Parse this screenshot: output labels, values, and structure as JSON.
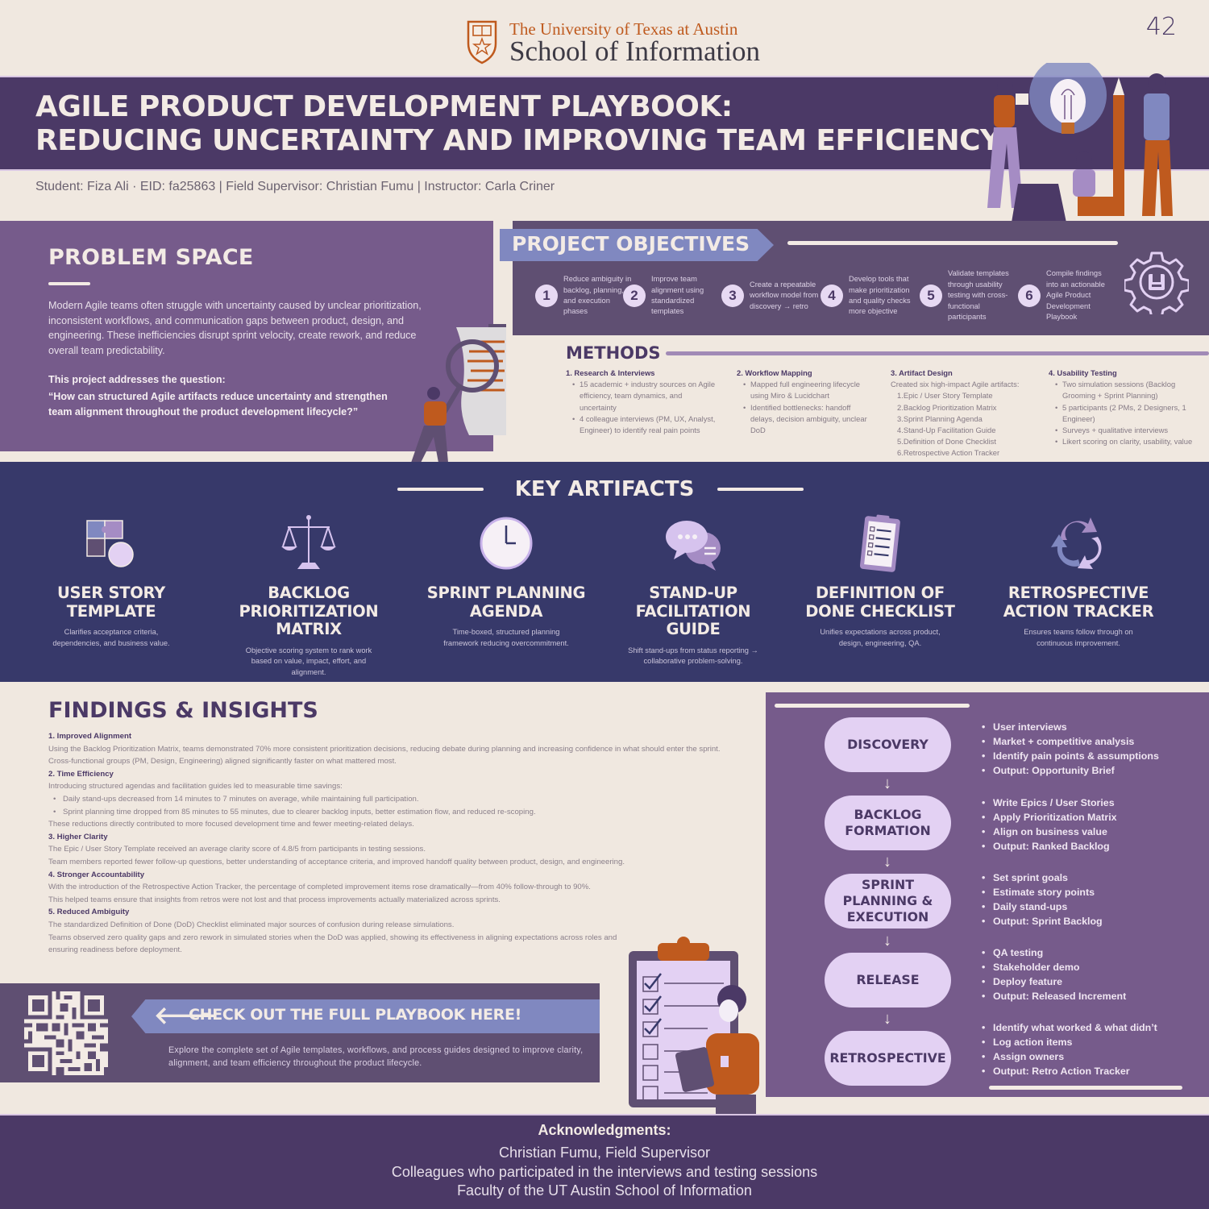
{
  "header": {
    "university": "The University of Texas at Austin",
    "school": "School of Information",
    "page_number": "42",
    "title_line1": "AGILE PRODUCT DEVELOPMENT PLAYBOOK:",
    "title_line2": "REDUCING UNCERTAINTY AND IMPROVING TEAM EFFICIENCY",
    "byline": "Student: Fiza Ali · EID: fa25863 | Field Supervisor: Christian Fumu | Instructor: Carla Criner"
  },
  "problem": {
    "heading": "PROBLEM SPACE",
    "body": "Modern Agile teams often struggle with uncertainty caused by unclear prioritization, inconsistent workflows, and communication gaps between product, design, and engineering. These inefficiencies disrupt sprint velocity, create rework, and reduce overall team predictability.",
    "question_label": "This project addresses the question:",
    "question": "“How can structured Agile artifacts reduce uncertainty and strengthen team alignment throughout the product development lifecycle?”"
  },
  "objectives": {
    "heading": "PROJECT OBJECTIVES",
    "items": [
      {
        "num": "1",
        "text": "Reduce ambiguity in backlog, planning, and execution phases"
      },
      {
        "num": "2",
        "text": "Improve team alignment using standardized templates"
      },
      {
        "num": "3",
        "text": "Create a repeatable workflow model from discovery → retro"
      },
      {
        "num": "4",
        "text": "Develop tools that make prioritization and quality checks more objective"
      },
      {
        "num": "5",
        "text": "Validate templates through usability testing with cross-functional participants"
      },
      {
        "num": "6",
        "text": "Compile findings into an actionable Agile Product Development Playbook"
      }
    ]
  },
  "methods": {
    "heading": "METHODS",
    "cols": [
      {
        "title": "1. Research & Interviews",
        "intro": "",
        "bullets": [
          "15 academic + industry sources on Agile efficiency, team dynamics, and uncertainty",
          "4 colleague interviews (PM, UX, Analyst, Engineer) to identify real pain points"
        ],
        "numbered": []
      },
      {
        "title": "2. Workflow Mapping",
        "intro": "",
        "bullets": [
          "Mapped full engineering lifecycle using Miro & Lucidchart",
          "Identified bottlenecks: handoff delays, decision ambiguity, unclear DoD"
        ],
        "numbered": []
      },
      {
        "title": "3. Artifact Design",
        "intro": "Created six high-impact Agile artifacts:",
        "bullets": [],
        "numbered": [
          "1.Epic / User Story Template",
          "2.Backlog Prioritization Matrix",
          "3.Sprint Planning Agenda",
          "4.Stand-Up Facilitation Guide",
          "5.Definition of Done Checklist",
          "6.Retrospective Action Tracker"
        ]
      },
      {
        "title": "4. Usability Testing",
        "intro": "",
        "bullets": [
          "Two simulation sessions (Backlog Grooming + Sprint Planning)",
          "5 participants (2 PMs, 2 Designers, 1 Engineer)",
          "Surveys + qualitative interviews",
          "Likert scoring on clarity, usability, value"
        ],
        "numbered": []
      }
    ]
  },
  "artifacts": {
    "heading": "KEY ARTIFACTS",
    "items": [
      {
        "icon": "puzzle-icon",
        "name": "USER STORY TEMPLATE",
        "desc": "Clarifies acceptance criteria, dependencies, and business value."
      },
      {
        "icon": "scales-icon",
        "name": "BACKLOG PRIORITIZATION MATRIX",
        "desc": "Objective scoring system to rank work based on value, impact, effort, and alignment."
      },
      {
        "icon": "clock-icon",
        "name": "SPRINT PLANNING AGENDA",
        "desc": "Time-boxed, structured planning framework reducing overcommitment."
      },
      {
        "icon": "chat-bubbles-icon",
        "name": "STAND-UP FACILITATION GUIDE",
        "desc": "Shift stand-ups from status reporting → collaborative problem-solving."
      },
      {
        "icon": "clipboard-checklist-icon",
        "name": "DEFINITION OF DONE CHECKLIST",
        "desc": "Unifies expectations across product, design, engineering, QA."
      },
      {
        "icon": "cycle-arrows-icon",
        "name": "RETROSPECTIVE ACTION TRACKER",
        "desc": "Ensures teams follow through on continuous improvement."
      }
    ]
  },
  "findings": {
    "heading": "FINDINGS & INSIGHTS",
    "sections": [
      {
        "title": "1. Improved Alignment",
        "lines": [
          "Using the Backlog Prioritization Matrix, teams demonstrated 70% more consistent prioritization decisions, reducing debate during planning and increasing confidence in what should enter the sprint. Cross-functional groups (PM, Design, Engineering) aligned significantly faster on what mattered most."
        ],
        "bullets": [],
        "after": ""
      },
      {
        "title": "2. Time Efficiency",
        "lines": [
          "Introducing structured agendas and facilitation guides led to measurable time savings:"
        ],
        "bullets": [
          "Daily stand-ups decreased from 14 minutes to 7 minutes on average, while maintaining full participation.",
          "Sprint planning time dropped from 85 minutes to 55 minutes, due to clearer backlog inputs, better estimation flow, and reduced re-scoping."
        ],
        "after": "These reductions directly contributed to more focused development time and fewer meeting-related delays."
      },
      {
        "title": "3. Higher Clarity",
        "lines": [
          "The Epic / User Story Template received an average clarity score of 4.8/5 from participants in testing sessions.",
          " Team members reported fewer follow-up questions, better understanding of acceptance criteria, and improved handoff quality between product, design, and engineering."
        ],
        "bullets": [],
        "after": ""
      },
      {
        "title": "4. Stronger Accountability",
        "lines": [
          "With the introduction of the Retrospective Action Tracker, the percentage of completed improvement items rose dramatically—from 40% follow-through to 90%.",
          "This helped teams ensure that insights from retros were not lost and that process improvements actually materialized across sprints."
        ],
        "bullets": [],
        "after": ""
      },
      {
        "title": "5. Reduced Ambiguity",
        "lines": [
          "The standardized Definition of Done (DoD) Checklist eliminated major sources of confusion during release simulations.",
          "Teams observed zero quality gaps and zero rework in simulated stories when the DoD was applied, showing its effectiveness in aligning expectations across roles and ensuring readiness before deployment."
        ],
        "bullets": [],
        "after": ""
      }
    ]
  },
  "cta": {
    "label": "CHECK OUT THE FULL PLAYBOOK HERE!",
    "arrow": "🡐",
    "desc": "Explore the complete set of Agile templates, workflows, and process guides designed to improve clarity, alignment, and team efficiency throughout the product lifecycle."
  },
  "workflow": {
    "arrow": "↓",
    "stages": [
      {
        "name": "DISCOVERY",
        "bullets": [
          "User interviews",
          "Market + competitive analysis",
          "Identify pain points & assumptions",
          "Output: Opportunity Brief"
        ]
      },
      {
        "name": "BACKLOG FORMATION",
        "bullets": [
          "Write Epics / User Stories",
          "Apply Prioritization Matrix",
          "Align on business value",
          "Output: Ranked Backlog"
        ]
      },
      {
        "name": "SPRINT PLANNING & EXECUTION",
        "bullets": [
          "Set sprint goals",
          "Estimate story points",
          "Daily stand-ups",
          "Output: Sprint Backlog"
        ]
      },
      {
        "name": "RELEASE",
        "bullets": [
          "QA testing",
          "Stakeholder demo",
          "Deploy feature",
          "Output: Released Increment"
        ]
      },
      {
        "name": "RETROSPECTIVE",
        "bullets": [
          "Identify what worked & what didn’t",
          "Log action items",
          "Assign owners",
          "Output: Retro Action Tracker"
        ]
      }
    ]
  },
  "acknowledgments": {
    "heading": "Acknowledgments:",
    "lines": [
      "Christian Fumu, Field Supervisor",
      "Colleagues who participated in the interviews and testing sessions",
      "Faculty of the UT Austin School of Information"
    ]
  },
  "colors": {
    "cream": "#f0e8e0",
    "deep_purple": "#4b3966",
    "mid_purple": "#765b8b",
    "slate_purple": "#5f4f72",
    "navy": "#37396a",
    "periwinkle": "#8088c0",
    "lavender": "#e3d1f3",
    "orange": "#bf5a1e"
  }
}
